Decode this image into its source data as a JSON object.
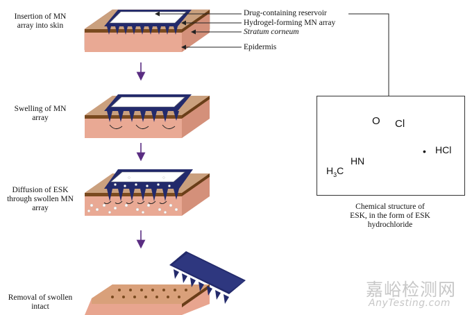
{
  "steps": [
    {
      "label": "Insertion of MN array into skin"
    },
    {
      "label": "Swelling of MN array"
    },
    {
      "label": "Diffusion of ESK through swollen MN array"
    },
    {
      "label": "Removal of swollen intact"
    }
  ],
  "callouts": {
    "reservoir": "Drug-containing reservoir",
    "mn_array": "Hydrogel-forming MN array",
    "stratum": "Stratum corneum",
    "epidermis": "Epidermis"
  },
  "chemical": {
    "atoms": {
      "oxygen": "O",
      "chlorine": "Cl",
      "nitrogen_h": "H",
      "nitrogen": "N",
      "methyl": "H3C",
      "salt": "HCl",
      "dot": "•"
    },
    "caption_lines": [
      "Chemical structure of",
      "ESK, in the form of ESK",
      "hydrochloride"
    ]
  },
  "watermark": {
    "chinese": "嘉峪检测网",
    "english": "AnyTesting.com"
  },
  "colors": {
    "skin": "#e8a58f",
    "skin_dark": "#c98a73",
    "stratum": "#7a4a1f",
    "mn_array": "#232a6b",
    "reservoir": "#ffffff",
    "arrow": "#5a2d82"
  }
}
